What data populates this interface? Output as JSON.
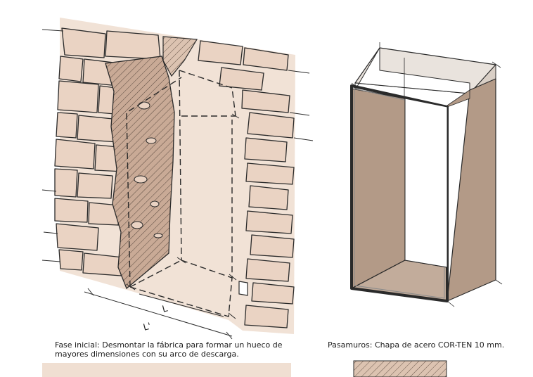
{
  "captions": {
    "left_line1": "Fase inicial: Desmontar la fábrica para formar un hueco de",
    "left_line2": "mayores dimensiones con su arco de descarga.",
    "right": "Pasamuros: Chapa de acero COR-TEN 10 mm."
  },
  "handwritten": {
    "dim_a": "L'",
    "dim_b": "L"
  },
  "colors": {
    "wall_tint": "#f0dfd2",
    "stone_fill": "#ead3c3",
    "shade_fill": "#c9aa96",
    "steel_fill": "#b39a87",
    "steel_inner": "#c2ac9b",
    "steel_top": "#e9e3dd",
    "ink": "#2a2a2a"
  }
}
